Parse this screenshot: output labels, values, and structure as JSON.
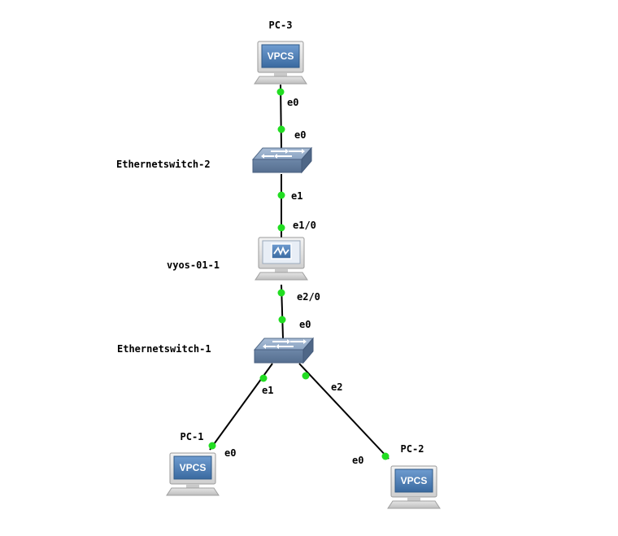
{
  "nodes": {
    "pc3": {
      "name": "PC-3",
      "screen_text": "VPCS"
    },
    "switch2": {
      "name": "Ethernetswitch-2"
    },
    "router": {
      "name": "vyos-01-1"
    },
    "switch1": {
      "name": "Ethernetswitch-1"
    },
    "pc1": {
      "name": "PC-1",
      "screen_text": "VPCS"
    },
    "pc2": {
      "name": "PC-2",
      "screen_text": "VPCS"
    }
  },
  "links": [
    {
      "a_port": "e0",
      "b_port": "e0"
    },
    {
      "a_port": "e1",
      "b_port": "e1/0"
    },
    {
      "a_port": "e2/0",
      "b_port": "e0"
    },
    {
      "a_port": "e1",
      "b_port": "e0"
    },
    {
      "a_port": "e2",
      "b_port": "e0"
    }
  ],
  "colors": {
    "port_dot": "#22dd22",
    "link": "#000000",
    "screen_blue": "#4a7db2",
    "switch_body": "#7f97b5"
  },
  "icons": {
    "pc": "vpcs-computer-icon",
    "router": "router-monitor-icon",
    "switch": "ethernet-switch-icon"
  }
}
